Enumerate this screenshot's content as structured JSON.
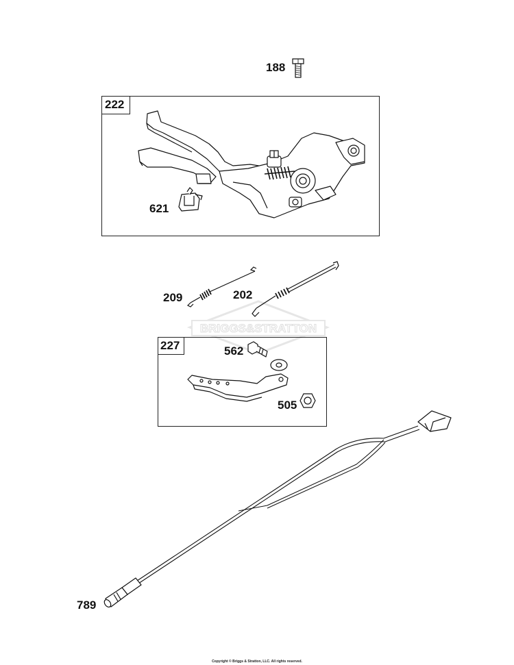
{
  "diagram": {
    "parts": {
      "p188": "188",
      "p222": "222",
      "p621": "621",
      "p209": "209",
      "p202": "202",
      "p227": "227",
      "p562": "562",
      "p505": "505",
      "p789": "789"
    },
    "watermark": "BRIGGS&STRATTON",
    "copyright": "Copyright © Briggs & Stratton, LLC. All rights reserved."
  }
}
